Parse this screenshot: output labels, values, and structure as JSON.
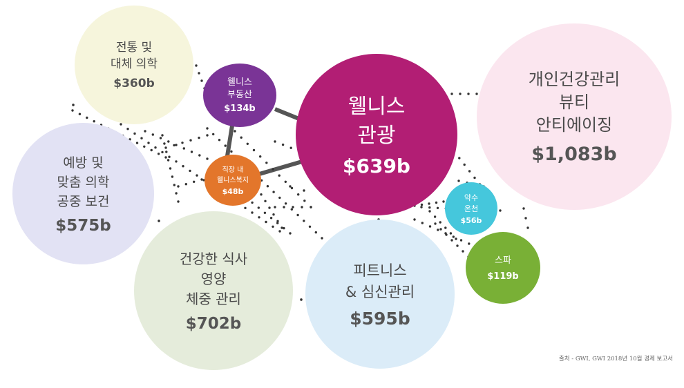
{
  "bubbles": {
    "traditional": {
      "lines": [
        "전통 및",
        "대체 의학"
      ],
      "value": "$360b",
      "color": "#f6f5dc"
    },
    "prevent": {
      "lines": [
        "예방 및",
        "맞춤 의학",
        "공중 보건"
      ],
      "value": "$575b",
      "color": "#e2e2f4"
    },
    "diet": {
      "lines": [
        "건강한 식사",
        "영양",
        "체중 관리"
      ],
      "value": "$702b",
      "color": "#e5ecdb"
    },
    "fitness": {
      "lines": [
        "피트니스",
        "& 심신관리"
      ],
      "value": "$595b",
      "color": "#dbecf8"
    },
    "tourism": {
      "lines": [
        "웰니스",
        "관광"
      ],
      "value": "$639b",
      "color": "#b21e74"
    },
    "beauty": {
      "lines": [
        "개인건강관리",
        "뷰티",
        "안티에이징"
      ],
      "value": "$1,083b",
      "color": "#fbe6ef"
    },
    "realestate": {
      "lines": [
        "웰니스",
        "부동산"
      ],
      "value": "$134b",
      "color": "#7a3496"
    },
    "workplace": {
      "lines": [
        "직장 내",
        "웰니스복지"
      ],
      "value": "$48b",
      "color": "#e3762b"
    },
    "springs": {
      "lines": [
        "약수",
        "온천"
      ],
      "value": "$56b",
      "color": "#45c7dc"
    },
    "spa": {
      "lines": [
        "스파"
      ],
      "value": "$119b",
      "color": "#79b036"
    }
  },
  "source": "출처 - GWI, GWI 2018년 10월 경제 보고서"
}
